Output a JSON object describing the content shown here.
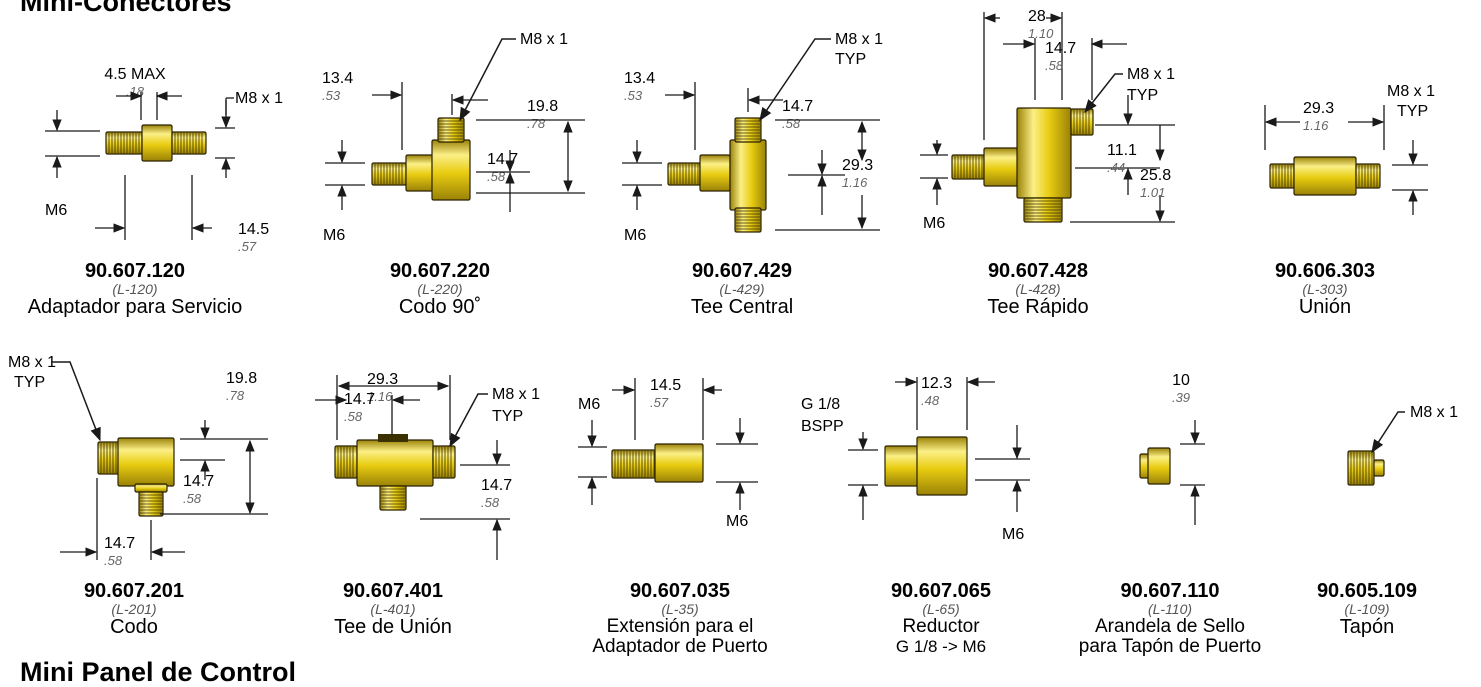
{
  "headings": {
    "top": "Mini-Conectores",
    "bottom": "Mini Panel de Control"
  },
  "colors": {
    "brass": "#e8cc10",
    "brass_dark": "#9a8208",
    "brass_light": "#fbef86",
    "line": "#1a1a1a",
    "inch": "#666666"
  },
  "parts": [
    {
      "part_number": "90.607.120",
      "code": "(L-120)",
      "description": "Adaptador para Servicio",
      "dims": [
        {
          "key": "max",
          "mm": "4.5 MAX",
          "inch": ".18"
        },
        {
          "key": "len",
          "mm": "14.5",
          "inch": ".57"
        }
      ],
      "threads": [
        {
          "key": "m8",
          "text": "M8 x 1"
        },
        {
          "key": "m6",
          "text": "M6"
        }
      ]
    },
    {
      "part_number": "90.607.220",
      "code": "(L-220)",
      "description": "Codo 90˚",
      "dims": [
        {
          "key": "a",
          "mm": "13.4",
          "inch": ".53"
        },
        {
          "key": "b",
          "mm": "19.8",
          "inch": ".78"
        },
        {
          "key": "c",
          "mm": "14.7",
          "inch": ".58"
        }
      ],
      "threads": [
        {
          "key": "m8",
          "text": "M8 x 1"
        },
        {
          "key": "m6",
          "text": "M6"
        }
      ]
    },
    {
      "part_number": "90.607.429",
      "code": "(L-429)",
      "description": "Tee Central",
      "dims": [
        {
          "key": "a",
          "mm": "13.4",
          "inch": ".53"
        },
        {
          "key": "b",
          "mm": "14.7",
          "inch": ".58"
        },
        {
          "key": "c",
          "mm": "29.3",
          "inch": "1.16"
        }
      ],
      "threads": [
        {
          "key": "m8",
          "text": "M8 x 1"
        },
        {
          "key": "typ",
          "text": "TYP"
        },
        {
          "key": "m6",
          "text": "M6"
        }
      ]
    },
    {
      "part_number": "90.607.428",
      "code": "(L-428)",
      "description": "Tee Rápido",
      "dims": [
        {
          "key": "a",
          "mm": "28",
          "inch": "1.10"
        },
        {
          "key": "b",
          "mm": "14.7",
          "inch": ".58"
        },
        {
          "key": "c",
          "mm": "11.1",
          "inch": ".44"
        },
        {
          "key": "d",
          "mm": "25.8",
          "inch": "1.01"
        }
      ],
      "threads": [
        {
          "key": "m8",
          "text": "M8 x 1"
        },
        {
          "key": "typ",
          "text": "TYP"
        },
        {
          "key": "m6",
          "text": "M6"
        }
      ]
    },
    {
      "part_number": "90.606.303",
      "code": "(L-303)",
      "description": "Unión",
      "dims": [
        {
          "key": "a",
          "mm": "29.3",
          "inch": "1.16"
        }
      ],
      "threads": [
        {
          "key": "m8",
          "text": "M8 x 1"
        },
        {
          "key": "typ",
          "text": "TYP"
        }
      ]
    },
    {
      "part_number": "90.607.201",
      "code": "(L-201)",
      "description": "Codo",
      "dims": [
        {
          "key": "a",
          "mm": "19.8",
          "inch": ".78"
        },
        {
          "key": "b",
          "mm": "14.7",
          "inch": ".58"
        },
        {
          "key": "c",
          "mm": "14.7",
          "inch": ".58"
        }
      ],
      "threads": [
        {
          "key": "m8",
          "text": "M8 x 1"
        },
        {
          "key": "typ",
          "text": "TYP"
        }
      ]
    },
    {
      "part_number": "90.607.401",
      "code": "(L-401)",
      "description": "Tee de Unión",
      "dims": [
        {
          "key": "a",
          "mm": "29.3",
          "inch": "1.16"
        },
        {
          "key": "b",
          "mm": "14.7",
          "inch": ".58"
        },
        {
          "key": "c",
          "mm": "14.7",
          "inch": ".58"
        }
      ],
      "threads": [
        {
          "key": "m8",
          "text": "M8 x 1"
        },
        {
          "key": "typ",
          "text": "TYP"
        }
      ]
    },
    {
      "part_number": "90.607.035",
      "code": "(L-35)",
      "description": "Extensión para el",
      "description2": "Adaptador de Puerto",
      "dims": [
        {
          "key": "a",
          "mm": "14.5",
          "inch": ".57"
        }
      ],
      "threads": [
        {
          "key": "m6a",
          "text": "M6"
        },
        {
          "key": "m6b",
          "text": "M6"
        }
      ]
    },
    {
      "part_number": "90.607.065",
      "code": "(L-65)",
      "description": "Reductor",
      "description2": "G 1/8 -> M6",
      "dims": [
        {
          "key": "a",
          "mm": "12.3",
          "inch": ".48"
        }
      ],
      "threads": [
        {
          "key": "g",
          "text": "G 1/8"
        },
        {
          "key": "bspp",
          "text": "BSPP"
        },
        {
          "key": "m6",
          "text": "M6"
        }
      ]
    },
    {
      "part_number": "90.607.110",
      "code": "(L-110)",
      "description": "Arandela de Sello",
      "description2": "para Tapón de Puerto",
      "dims": [
        {
          "key": "a",
          "mm": "10",
          "inch": ".39"
        }
      ],
      "threads": []
    },
    {
      "part_number": "90.605.109",
      "code": "(L-109)",
      "description": "Tapón",
      "dims": [],
      "threads": [
        {
          "key": "m8",
          "text": "M8 x 1"
        }
      ]
    }
  ]
}
